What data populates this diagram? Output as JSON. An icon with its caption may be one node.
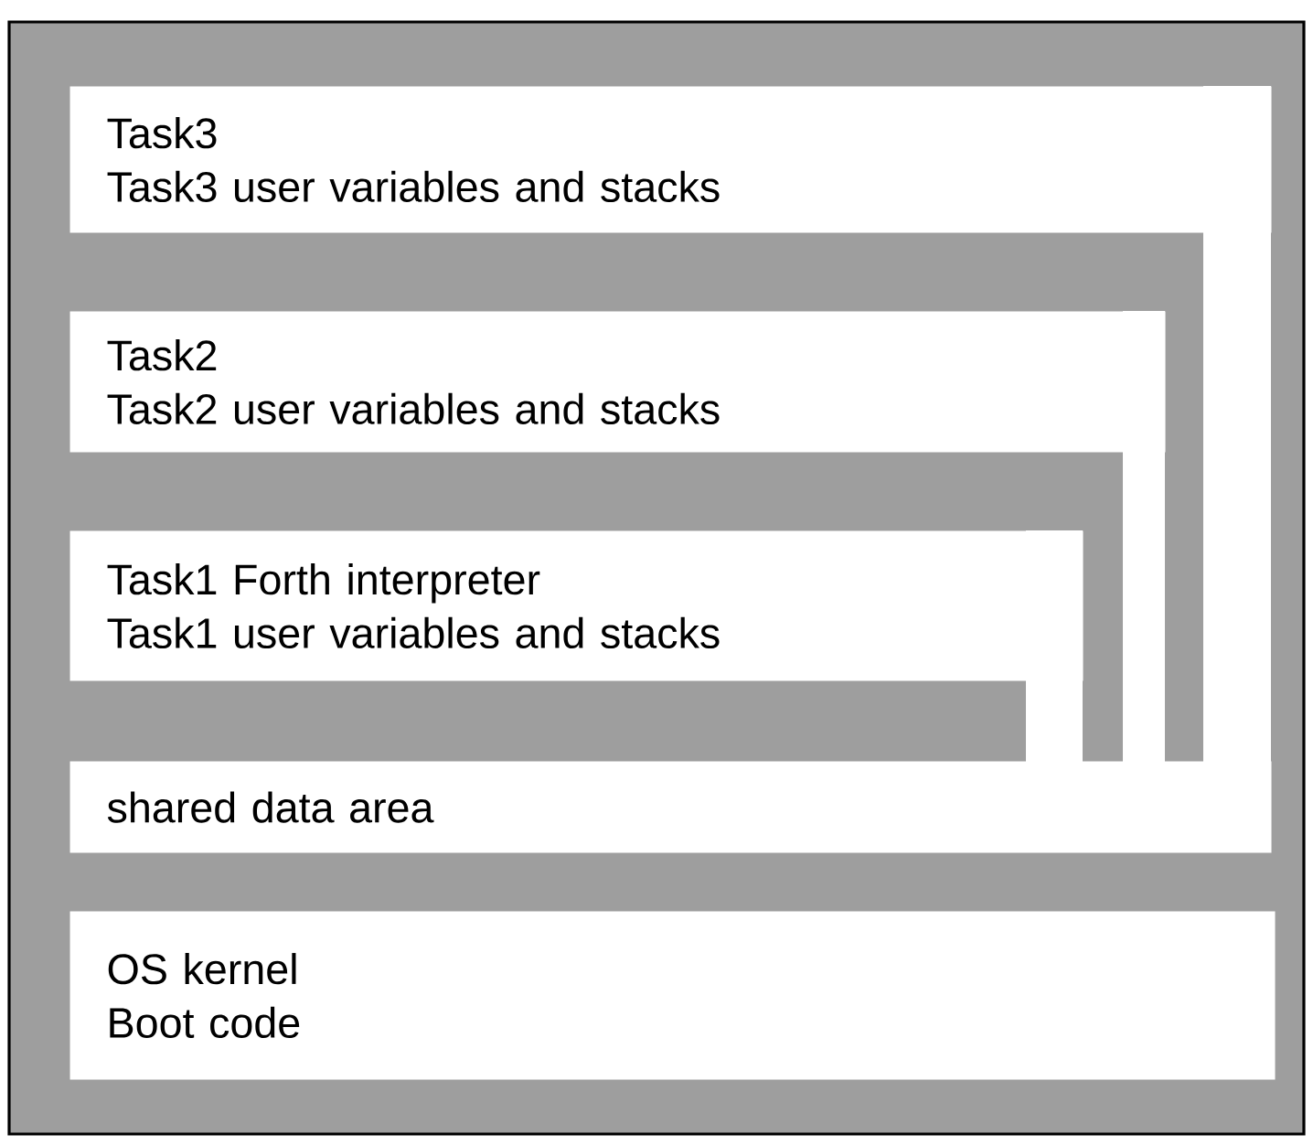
{
  "diagram": {
    "nodes": [
      {
        "text": [
          "Task3",
          "Task3 user variables and stacks"
        ]
      },
      {
        "text": [
          "Task2",
          "Task2 user variables and stacks"
        ]
      },
      {
        "text": [
          "Task1 Forth interpreter",
          "Task1 user variables and stacks"
        ]
      },
      {
        "text": [
          "shared data area"
        ]
      },
      {
        "text": [
          "OS kernel",
          "Boot code"
        ]
      }
    ]
  }
}
